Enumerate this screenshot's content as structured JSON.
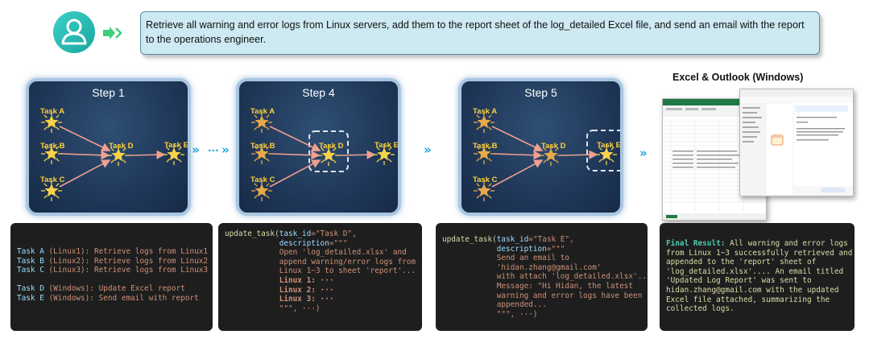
{
  "task": "Retrieve all warning and error logs from Linux servers, add them to the report sheet of the log_detailed Excel file, and send an email with the report to the operations engineer.",
  "icons": {
    "user": "user-avatar-icon",
    "arrow": "double-arrow-right-icon",
    "star": "star-icon",
    "chevron": "double-chevron-icon"
  },
  "colors": {
    "accent": "#1aa3e0",
    "star": "#f5c24a",
    "node_label": "#ffd23a",
    "panel_bg": "#1d3454",
    "code_bg": "#1e1e1e"
  },
  "steps": [
    {
      "title": "Step 1",
      "tasks": [
        "Task A",
        "Task B",
        "Task C",
        "Task D",
        "Task E"
      ]
    },
    {
      "title": "Step 4",
      "tasks": [
        "Task A",
        "Task B",
        "Task C",
        "Task D",
        "Task E"
      ]
    },
    {
      "title": "Step 5",
      "tasks": [
        "Task A",
        "Task B",
        "Task C",
        "Task D",
        "Task E"
      ]
    }
  ],
  "ellipsis": "···",
  "excel_title": "Excel & Outlook (Windows)",
  "code1": [
    [
      [
        "Task A ",
        "ca"
      ],
      [
        "(Linux1): Retrieve logs from Linux1",
        "cs"
      ]
    ],
    [
      [
        "Task B ",
        "ca"
      ],
      [
        "(Linux2): Retrieve logs from Linux2",
        "cs"
      ]
    ],
    [
      [
        "Task C ",
        "ca"
      ],
      [
        "(Linux3): Retrieve logs from Linux3",
        "cs"
      ]
    ],
    [
      [
        "",
        ""
      ]
    ],
    [
      [
        "Task D ",
        "ca"
      ],
      [
        "(Windows): Update Excel report",
        "cs"
      ]
    ],
    [
      [
        "Task E ",
        "ca"
      ],
      [
        "(Windows): Send email with report",
        "cs"
      ]
    ]
  ],
  "code2": [
    [
      [
        "update_task",
        "cf"
      ],
      [
        "(",
        ""
      ],
      [
        "task_id",
        "ca"
      ],
      [
        "=\"Task D\",",
        "cs"
      ]
    ],
    [
      [
        "            ",
        ""
      ],
      [
        "description",
        "ca"
      ],
      [
        "=\"\"\"",
        "cs"
      ]
    ],
    [
      [
        "            Open 'log_detailed.xlsx' and",
        "cs"
      ]
    ],
    [
      [
        "            append warning/error logs from",
        "cs"
      ]
    ],
    [
      [
        "            Linux 1~3 to sheet 'report'...",
        "cs"
      ]
    ],
    [
      [
        "            ",
        ""
      ],
      [
        "Linux 1: ···",
        "cb"
      ]
    ],
    [
      [
        "            ",
        ""
      ],
      [
        "Linux 2: ···",
        "cb"
      ]
    ],
    [
      [
        "            ",
        ""
      ],
      [
        "Linux 3: ···",
        "cb"
      ]
    ],
    [
      [
        "            \"\"\", ···)",
        "cs"
      ]
    ]
  ],
  "code3": [
    [
      [
        "update_task",
        "cf"
      ],
      [
        "(",
        ""
      ],
      [
        "task_id",
        "ca"
      ],
      [
        "=\"Task E\",",
        "cs"
      ]
    ],
    [
      [
        "            ",
        ""
      ],
      [
        "description",
        "ca"
      ],
      [
        "=\"\"\"",
        "cs"
      ]
    ],
    [
      [
        "            Send an email to",
        "cs"
      ]
    ],
    [
      [
        "            'hidan.zhang@gmail.com'",
        "cs"
      ]
    ],
    [
      [
        "            with attach 'log_detailed.xlsx'...",
        "cs"
      ]
    ],
    [
      [
        "            Message: \"Hi Hidan, the latest",
        "cs"
      ]
    ],
    [
      [
        "            warning and error logs have been",
        "cs"
      ]
    ],
    [
      [
        "            appended...",
        "cs"
      ]
    ],
    [
      [
        "            \"\"\", ···)",
        "cs"
      ]
    ]
  ],
  "code4": [
    [
      [
        "Final Result:",
        "cg"
      ],
      [
        " All warning and error logs",
        "cw"
      ]
    ],
    [
      [
        "from Linux 1~3 successfully retrieved and",
        "cw"
      ]
    ],
    [
      [
        "appended to the 'report' sheet of",
        "cw"
      ]
    ],
    [
      [
        "'log_detailed.xlsx'.... An email titled",
        "cw"
      ]
    ],
    [
      [
        "'Updated Log Report' was sent to",
        "cw"
      ]
    ],
    [
      [
        "hidan.zhang@gmail.com with the updated",
        "cw"
      ]
    ],
    [
      [
        "Excel file attached, summarizing the",
        "cw"
      ]
    ],
    [
      [
        "collected logs.",
        "cw"
      ]
    ]
  ]
}
